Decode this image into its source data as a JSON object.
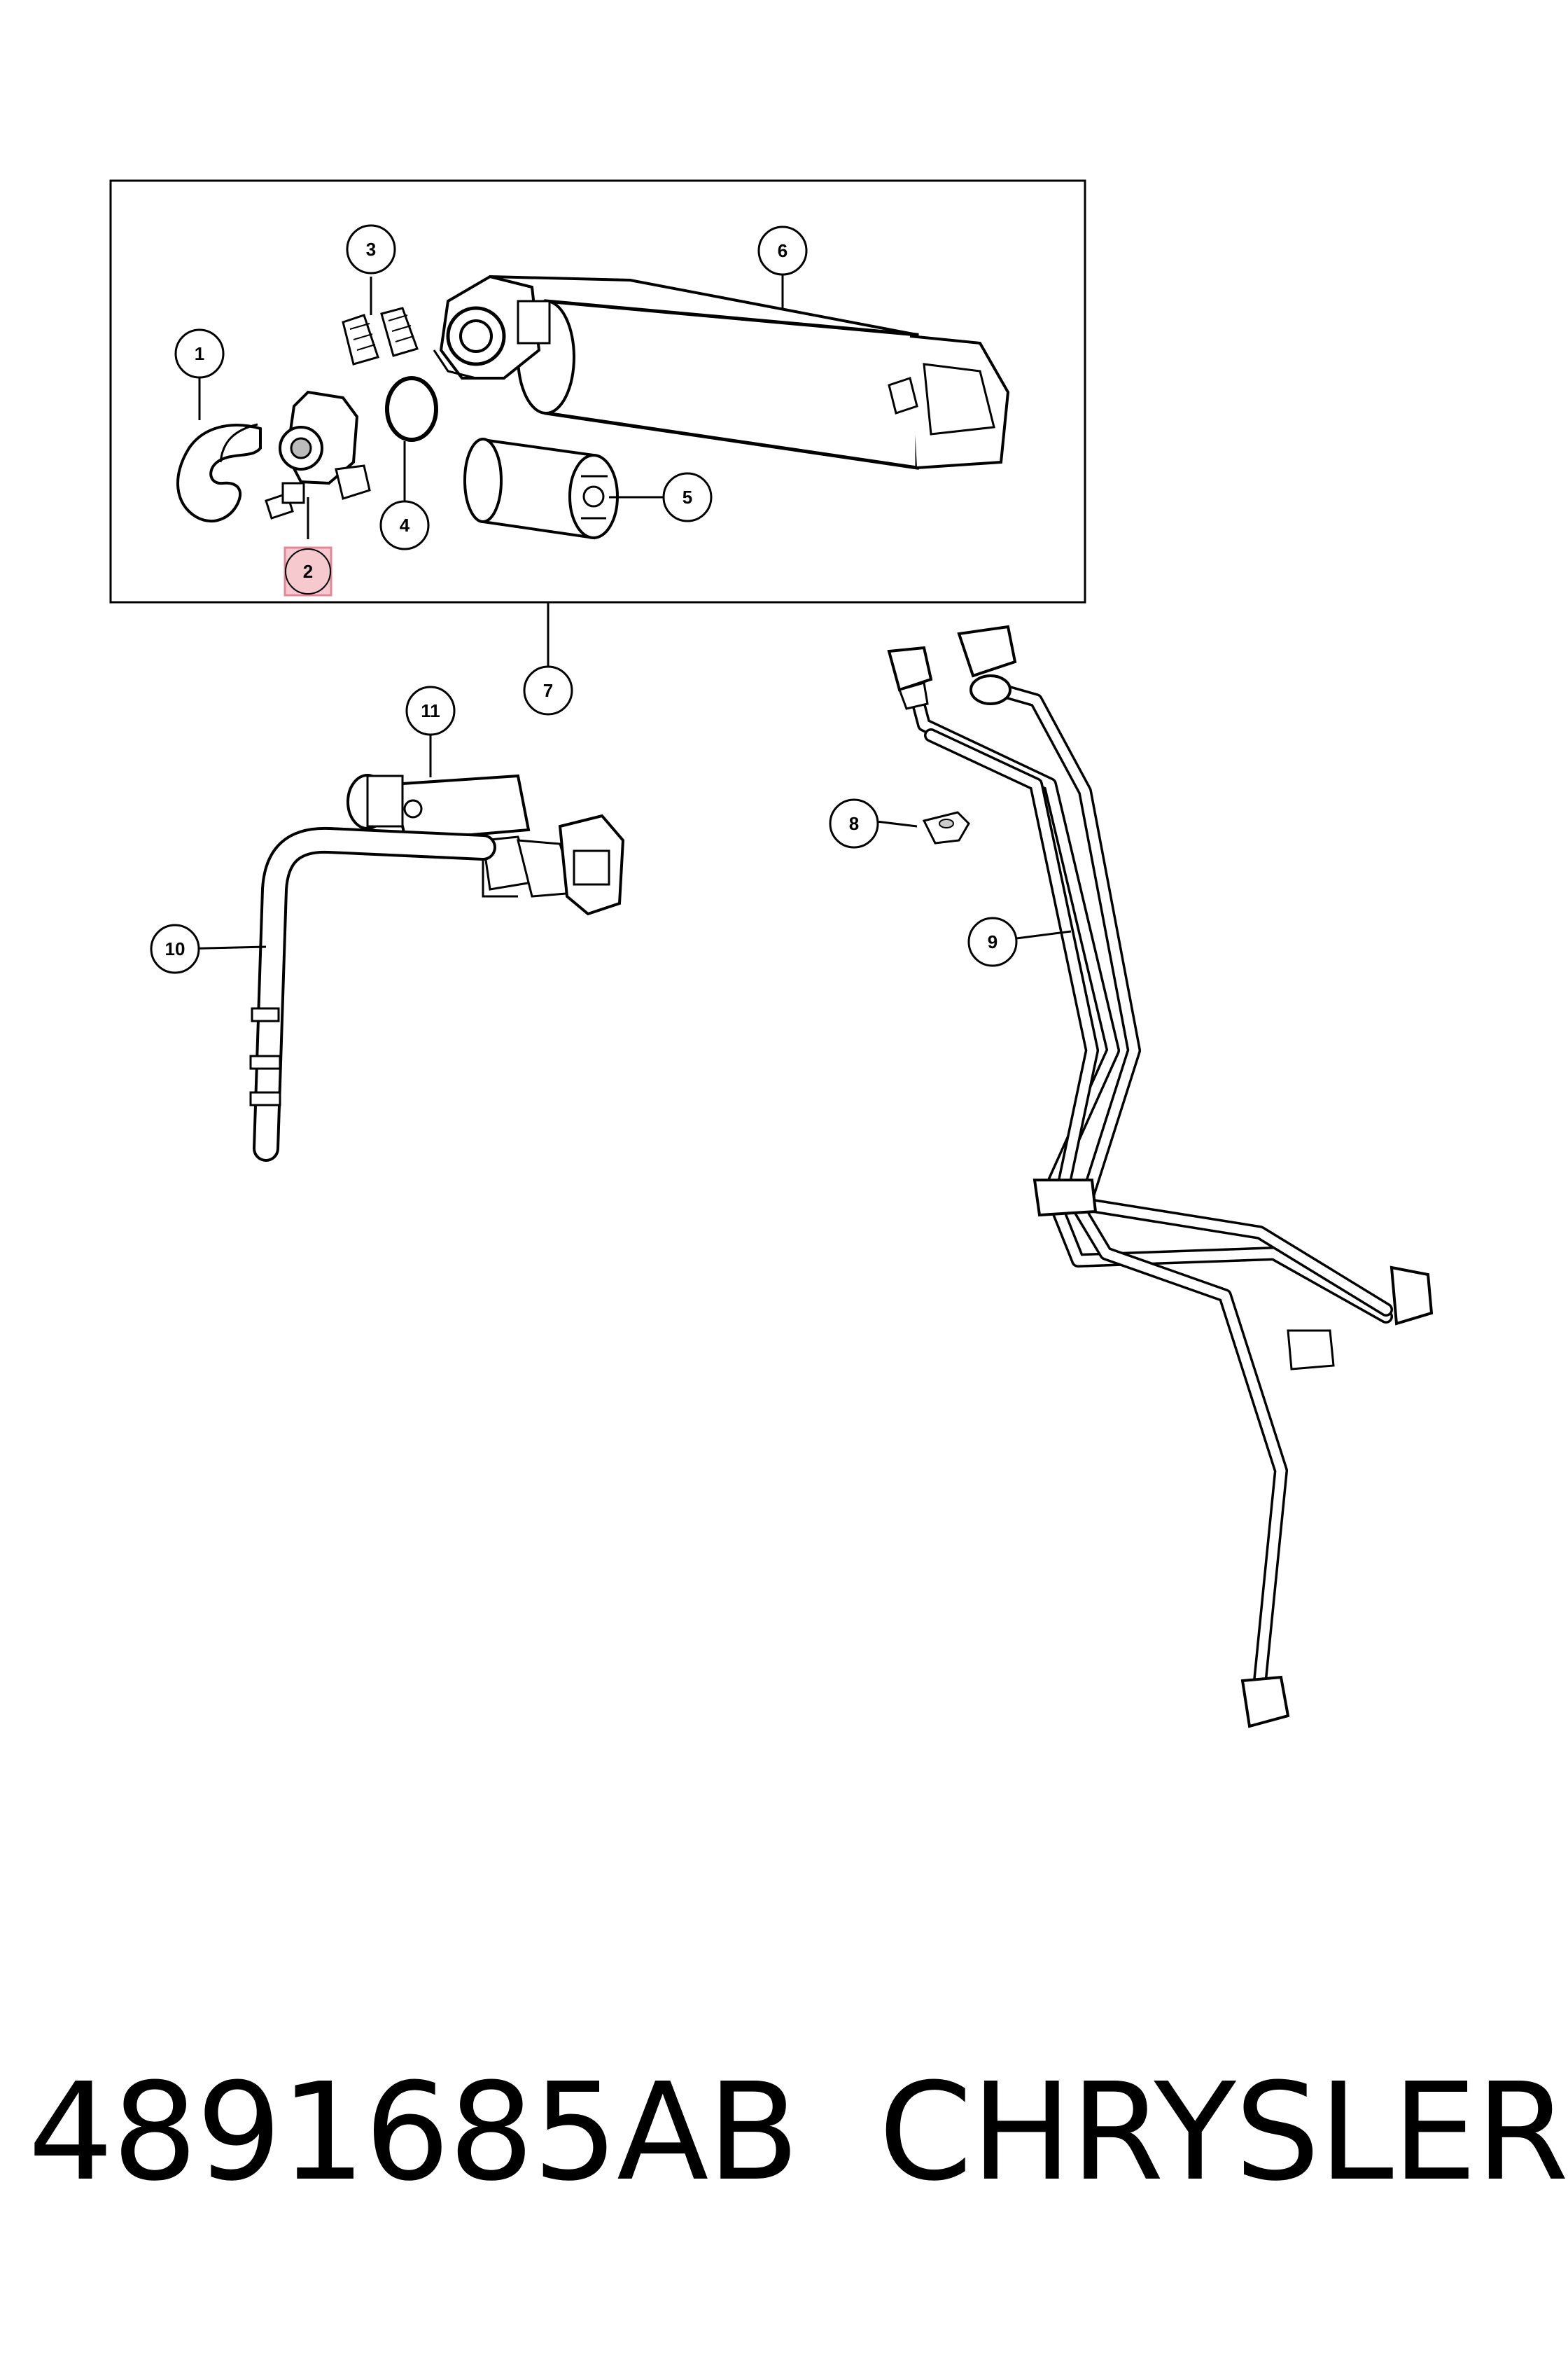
{
  "callouts": [
    {
      "id": "callout-1",
      "label": "1"
    },
    {
      "id": "callout-2",
      "label": "2",
      "highlighted": true
    },
    {
      "id": "callout-3",
      "label": "3"
    },
    {
      "id": "callout-4",
      "label": "4"
    },
    {
      "id": "callout-5",
      "label": "5"
    },
    {
      "id": "callout-6",
      "label": "6"
    },
    {
      "id": "callout-7",
      "label": "7"
    },
    {
      "id": "callout-8",
      "label": "8"
    },
    {
      "id": "callout-9",
      "label": "9"
    },
    {
      "id": "callout-10",
      "label": "10"
    },
    {
      "id": "callout-11",
      "label": "11"
    }
  ],
  "caption": {
    "part_number": "4891685AB",
    "brand": "CHRYSLER"
  },
  "colors": {
    "line": "#000000",
    "highlight_fill": "#f6c9cf",
    "highlight_stroke": "#e58796",
    "part_fill": "#ffffff",
    "part_shade": "#9a9a9a"
  }
}
